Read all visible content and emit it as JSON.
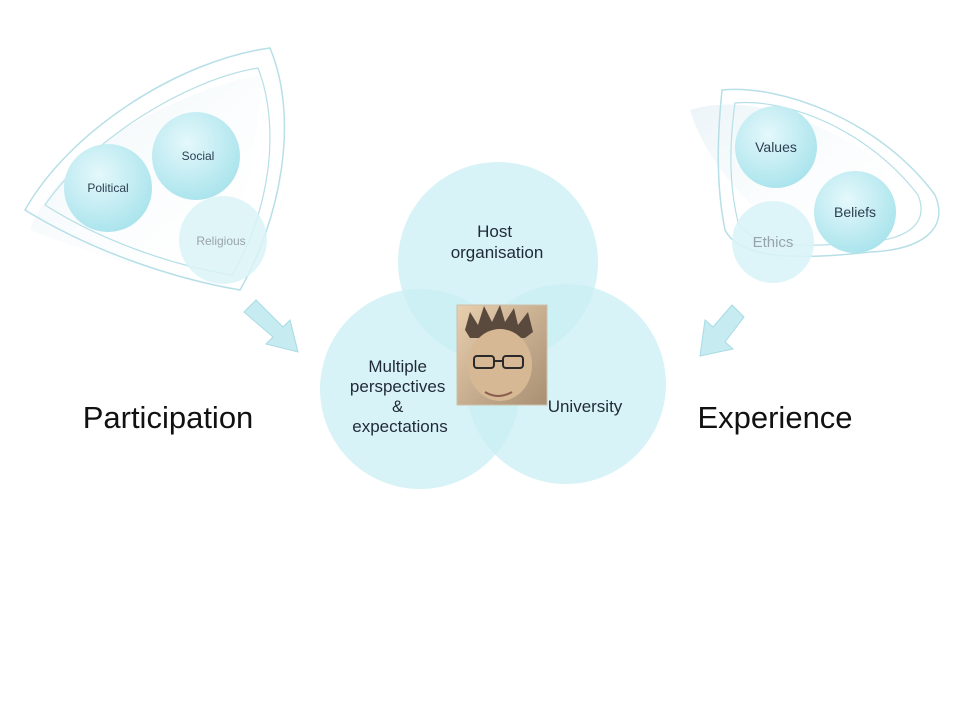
{
  "left_group": {
    "title": "Participation",
    "items": [
      "Political",
      "Social",
      "Religious"
    ]
  },
  "right_group": {
    "title": "Experience",
    "items": [
      "Values",
      "Beliefs",
      "Ethics"
    ]
  },
  "venn": {
    "top": [
      "Host",
      "organisation"
    ],
    "right": "University",
    "left": [
      "Multiple",
      "perspectives",
      "&",
      "expectations"
    ]
  },
  "center_photo": {
    "description": "person-photo"
  },
  "colors": {
    "circle_fill": "#c9eef4",
    "bubble_fill": "#b9eaf2",
    "outline": "#aee0e8",
    "arrow_fill": "#c6ebf1"
  }
}
